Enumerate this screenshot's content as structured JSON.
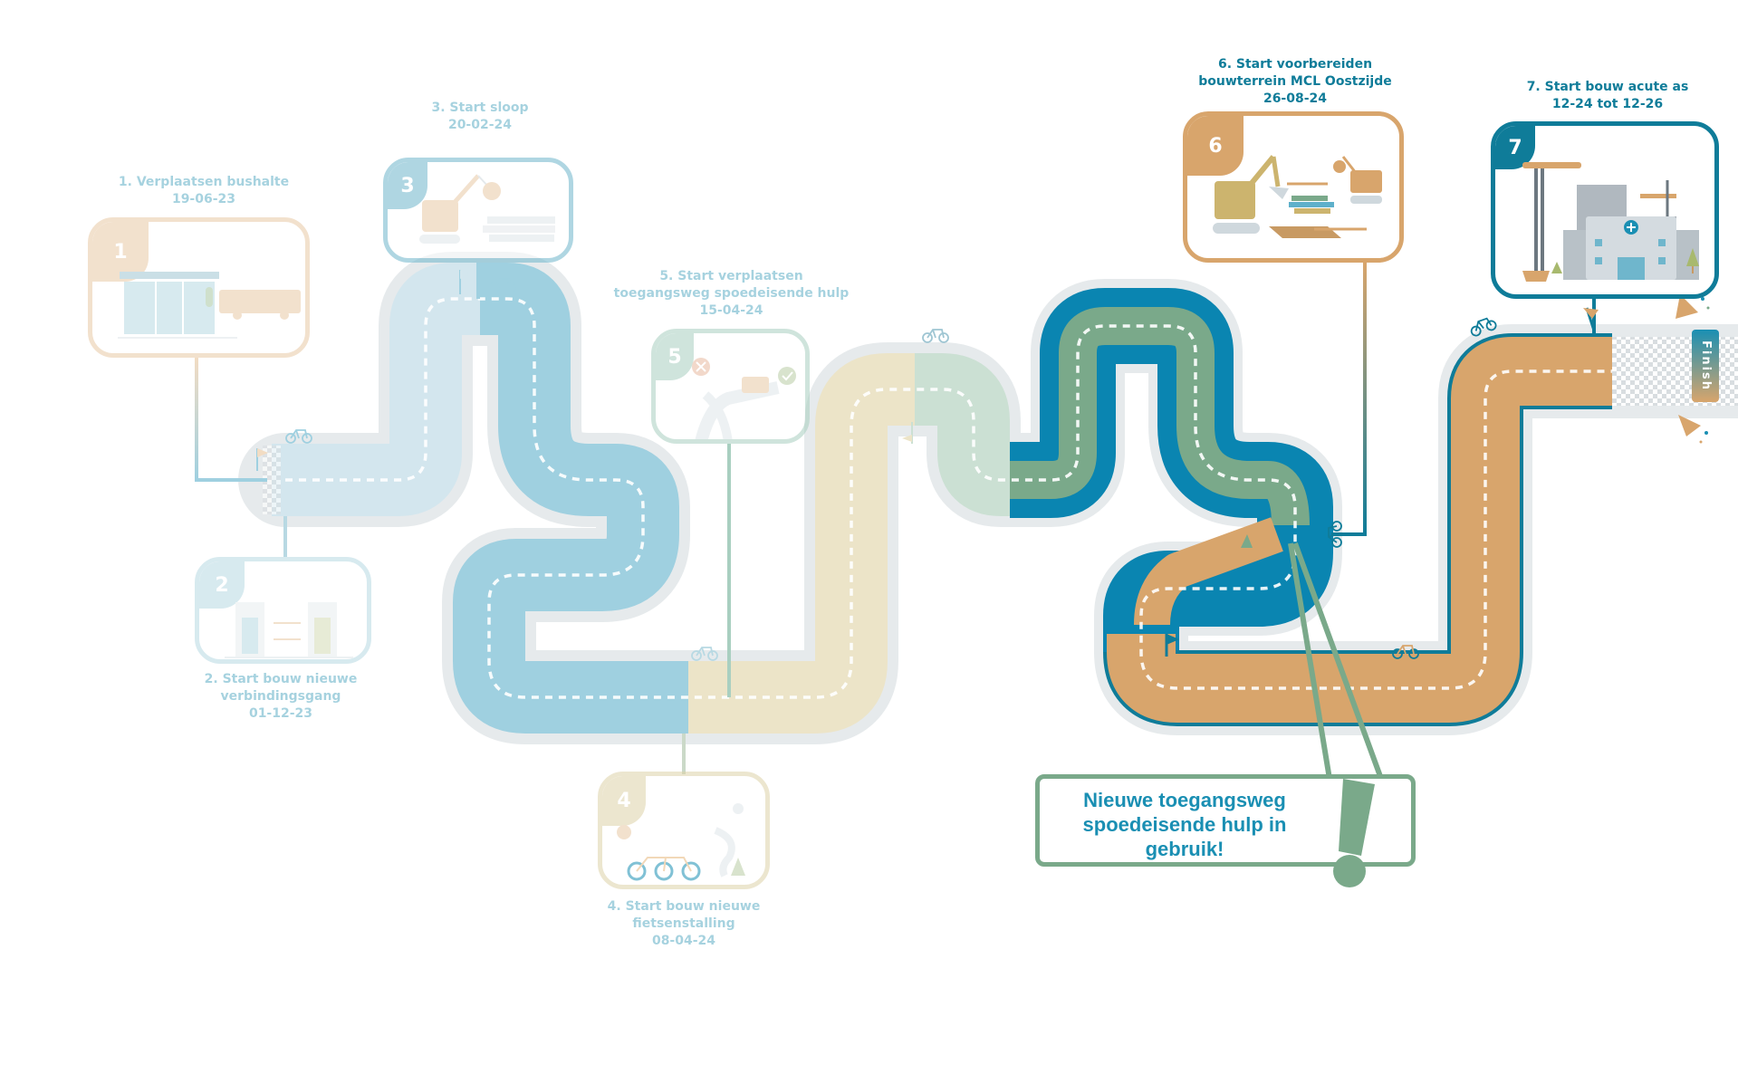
{
  "diagram": {
    "type": "roadmap-timeline",
    "colors": {
      "stage1": "#f2dcc3",
      "stage2": "#d3e6ee",
      "stage3": "#9fd0e0",
      "stage4": "#ece4c8",
      "stage5": "#cbe0d3",
      "stage6": "#7aa98a",
      "stage7": "#d8a56c",
      "road_border_dark": "#0f7c99",
      "road_blue_dark": "#0a85b1",
      "label_teal": "#0f7c99",
      "label_faded": "#8fc3d2",
      "callout_green": "#7aa98a",
      "callout_text": "#1a8fb3"
    }
  },
  "milestones": [
    {
      "number": "1",
      "title": "1. Verplaatsen bushalte",
      "lines": [
        "1. Verplaatsen bushalte",
        "19-06-23"
      ],
      "date": "19-06-23",
      "illustration": "bus-stop-and-bus",
      "status": "completed"
    },
    {
      "number": "2",
      "title": "2. Start bouw nieuwe verbindingsgang",
      "lines": [
        "2. Start bouw nieuwe",
        "verbindingsgang",
        "01-12-23"
      ],
      "date": "01-12-23",
      "illustration": "connecting-corridor-MCL-NW",
      "status": "completed"
    },
    {
      "number": "3",
      "title": "3. Start sloop",
      "lines": [
        "3. Start sloop",
        "20-02-24"
      ],
      "date": "20-02-24",
      "illustration": "demolition-crane",
      "status": "completed"
    },
    {
      "number": "4",
      "title": "4. Start bouw nieuwe fietsenstalling",
      "lines": [
        "4. Start bouw nieuwe",
        "fietsenstalling",
        "08-04-24"
      ],
      "date": "08-04-24",
      "illustration": "bicycle-parking",
      "status": "completed"
    },
    {
      "number": "5",
      "title": "5. Start verplaatsen toegangsweg spoedeisende hulp",
      "lines": [
        "5. Start verplaatsen",
        "toegangsweg spoedeisende hulp",
        "15-04-24"
      ],
      "date": "15-04-24",
      "illustration": "ambulance-road",
      "status": "completed"
    },
    {
      "number": "6",
      "title": "6. Start voorbereiden bouwterrein MCL Oostzijde",
      "lines": [
        "6. Start voorbereiden",
        "bouwterrein MCL Oostzijde",
        "26-08-24"
      ],
      "date": "26-08-24",
      "illustration": "construction-site-excavator",
      "status": "current"
    },
    {
      "number": "7",
      "title": "7. Start bouw acute as",
      "lines": [
        "7. Start bouw acute as",
        "12-24 tot 12-26"
      ],
      "date": "12-24 tot 12-26",
      "illustration": "hospital-with-cranes",
      "status": "upcoming"
    }
  ],
  "callout": {
    "lines": [
      "Nieuwe toegangsweg",
      "spoedeisende hulp in",
      "gebruik!"
    ],
    "icon": "exclamation-icon"
  },
  "finish": {
    "label": "Finish"
  }
}
